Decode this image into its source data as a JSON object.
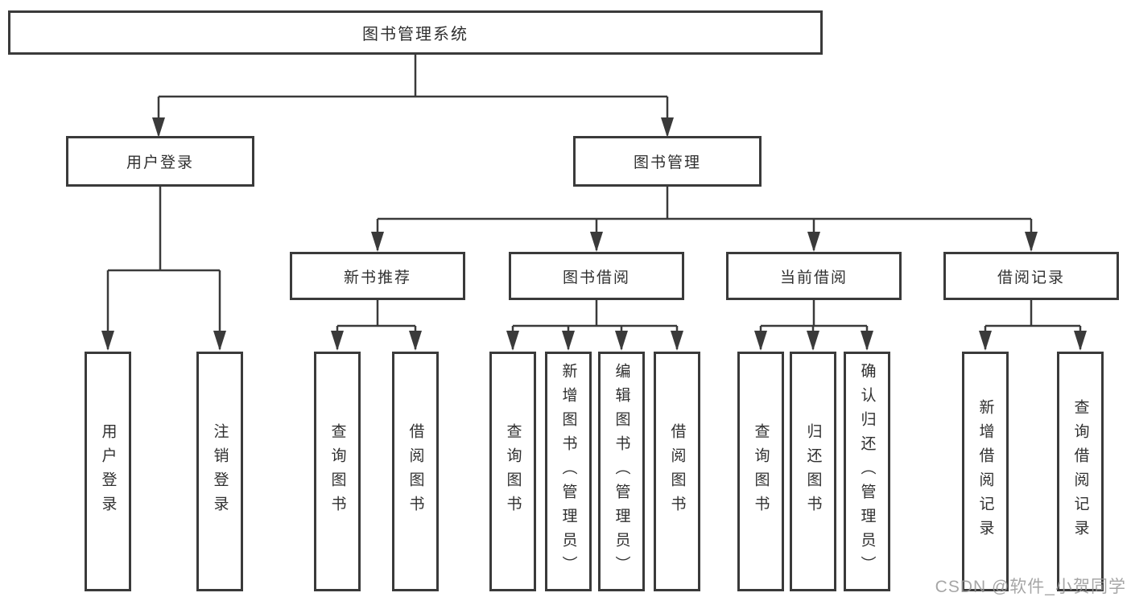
{
  "diagram": {
    "title": "图书管理系统",
    "branches": [
      {
        "label": "用户登录",
        "children": [
          "用户登录",
          "注销登录"
        ]
      },
      {
        "label": "图书管理",
        "modules": [
          {
            "label": "新书推荐",
            "children": [
              "查询图书",
              "借阅图书"
            ]
          },
          {
            "label": "图书借阅",
            "children": [
              "查询图书",
              "新增图书（管理员）",
              "编辑图书（管理员）",
              "借阅图书"
            ]
          },
          {
            "label": "当前借阅",
            "children": [
              "查询图书",
              "归还图书",
              "确认归还（管理员）"
            ]
          },
          {
            "label": "借阅记录",
            "children": [
              "新增借阅记录",
              "查询借阅记录"
            ]
          }
        ]
      }
    ]
  },
  "colors": {
    "line": "#3a3a3a",
    "box_border": "#3a3a3a",
    "text": "#303030",
    "watermark": "#969696",
    "background": "#ffffff"
  },
  "watermark": "CSDN @软件_小贺同学"
}
